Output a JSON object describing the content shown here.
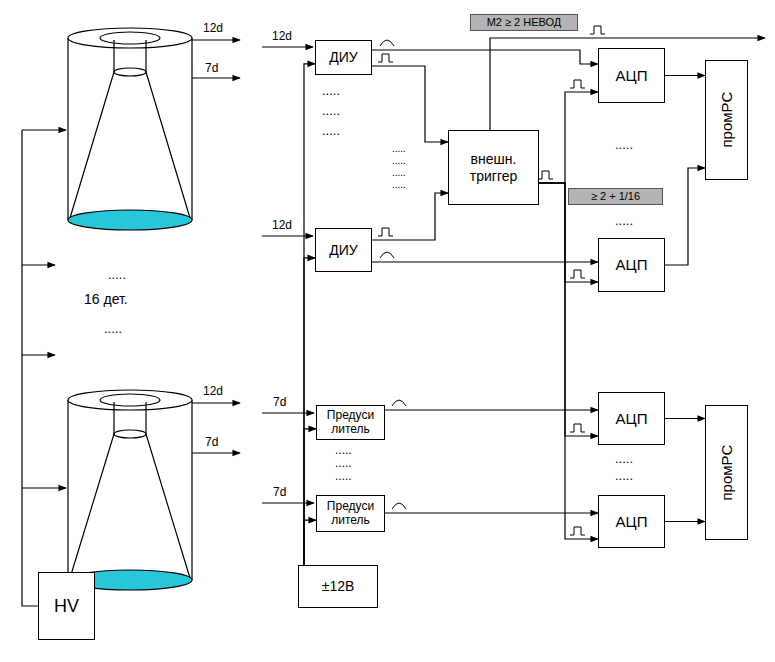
{
  "diagram": {
    "nodes": [
      {
        "text": [
          "M2 ≥ 2 НЕВОД"
        ]
      },
      {
        "text": [
          "ДИУ"
        ]
      },
      {
        "text": [
          "внешн. триггер"
        ]
      },
      {
        "text": [
          "АЦП"
        ]
      },
      {
        "text": [
          "промРС"
        ]
      },
      {
        "text": [
          "≥ 2 + 1/16"
        ]
      },
      {
        "text": [
          "ДИУ"
        ]
      },
      {
        "text": [
          "АЦП"
        ]
      },
      {
        "text": [
          "Предуси литель"
        ]
      },
      {
        "text": [
          "АЦП"
        ]
      },
      {
        "text": [
          "промРС"
        ]
      },
      {
        "text": [
          "Предуси литель"
        ]
      },
      {
        "text": [
          "АЦП"
        ]
      },
      {
        "text": [
          "±12В"
        ]
      },
      {
        "text": [
          "HV"
        ]
      }
    ],
    "edges": [
      {
        "from": 1,
        "to": 3,
        "arrow": "to"
      },
      {
        "from": 1,
        "to": 2,
        "arrow": "to"
      },
      {
        "from": 6,
        "to": 2,
        "arrow": "to"
      },
      {
        "from": 6,
        "to": 7,
        "arrow": "to"
      },
      {
        "from": 2,
        "to": 3,
        "arrow": "to"
      },
      {
        "from": 2,
        "to": 7,
        "arrow": "to"
      },
      {
        "from": 2,
        "to": 9,
        "arrow": "to"
      },
      {
        "from": 2,
        "to": 12,
        "arrow": "to"
      },
      {
        "from": 3,
        "to": 4,
        "arrow": "to"
      },
      {
        "from": 7,
        "to": 4,
        "arrow": "to"
      },
      {
        "from": 8,
        "to": 9,
        "arrow": "to"
      },
      {
        "from": 11,
        "to": 12,
        "arrow": "to"
      },
      {
        "from": 9,
        "to": 10,
        "arrow": "to"
      },
      {
        "from": 12,
        "to": 10,
        "arrow": "to"
      },
      {
        "from": 13,
        "to": 1,
        "arrow": "to"
      },
      {
        "from": 13,
        "to": 6,
        "arrow": "to"
      },
      {
        "from": 13,
        "to": 8,
        "arrow": "to"
      },
      {
        "from": 13,
        "to": 11,
        "arrow": "to"
      }
    ],
    "labels": [
      "12d",
      "7d",
      ".....",
      "16 дет.",
      ".....",
      "12d",
      "7d",
      "12d",
      ".....",
      ".....",
      ".....",
      ".....",
      ".....",
      ".....",
      ".....",
      "12d",
      ".....",
      ".....",
      "7d",
      ".....",
      ".....",
      ".....",
      "7d",
      ".....",
      "....."
    ]
  }
}
